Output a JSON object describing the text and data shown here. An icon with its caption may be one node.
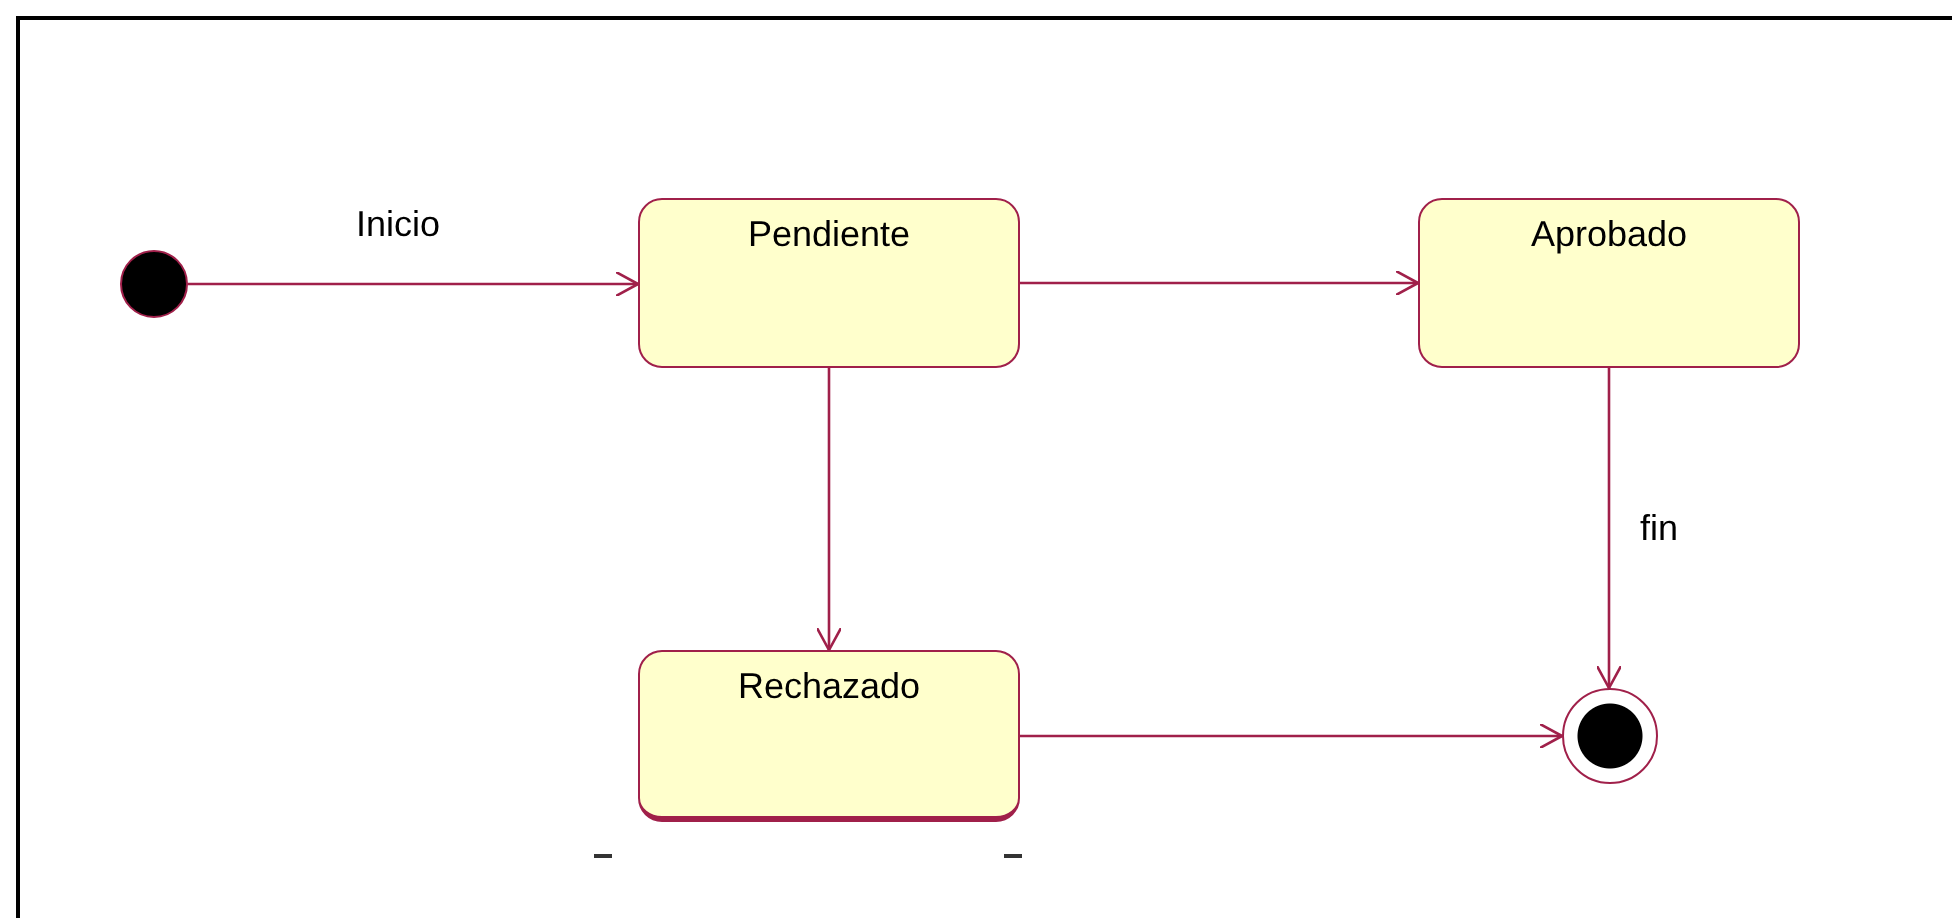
{
  "diagram": {
    "nodes": [
      {
        "text": [],
        "shape": "circle"
      },
      {
        "text": [
          "Pendiente"
        ]
      },
      {
        "text": [
          "Aprobado"
        ]
      },
      {
        "text": [
          "Rechazado"
        ]
      },
      {
        "text": [],
        "shape": "circle"
      }
    ],
    "edges": [
      {
        "from": 0,
        "to": 1,
        "arrow": "to",
        "label": "Inicio"
      },
      {
        "from": 1,
        "to": 2,
        "arrow": "to"
      },
      {
        "from": 1,
        "to": 3,
        "arrow": "to"
      },
      {
        "from": 3,
        "to": 4,
        "arrow": "to"
      },
      {
        "from": 2,
        "to": 4,
        "arrow": "to",
        "label": "fin"
      }
    ]
  }
}
